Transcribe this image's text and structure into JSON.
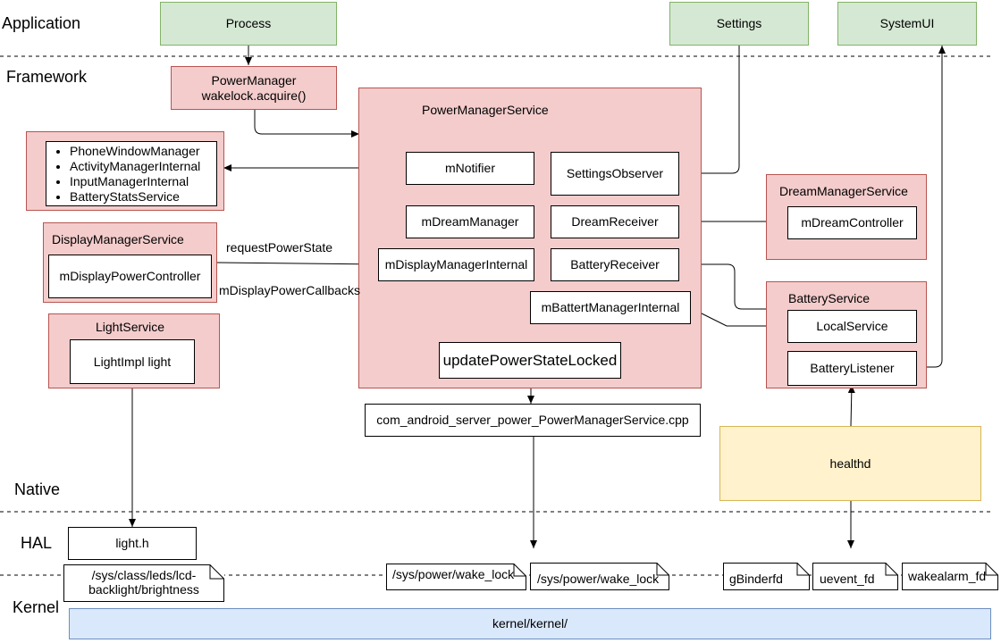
{
  "layers": {
    "application": "Application",
    "framework": "Framework",
    "native": "Native",
    "hal": "HAL",
    "kernel": "Kernel"
  },
  "app": {
    "process": "Process",
    "settings": "Settings",
    "systemui": "SystemUI"
  },
  "power_manager": {
    "line1": "PowerManager",
    "line2": "wakelock.acquire()"
  },
  "pms": {
    "title": "PowerManagerService",
    "notifier": "mNotifier",
    "settings_observer": "SettingsObserver",
    "dream_manager": "mDreamManager",
    "dream_receiver": "DreamReceiver",
    "display_manager_internal": "mDisplayManagerInternal",
    "battery_receiver": "BatteryReceiver",
    "battery_manager_internal": "mBattertManagerInternal",
    "update_power_state": "updatePowerStateLocked"
  },
  "notifier_clients": [
    "PhoneWindowManager",
    "ActivityManagerInternal",
    "InputManagerInternal",
    "BatteryStatsService"
  ],
  "display_service": {
    "title": "DisplayManagerService",
    "controller": "mDisplayPowerController"
  },
  "light_service": {
    "title": "LightService",
    "impl": "LightImpl light"
  },
  "dream_service": {
    "title": "DreamManagerService",
    "controller": "mDreamController"
  },
  "battery_service": {
    "title": "BatteryService",
    "local": "LocalService",
    "listener": "BatteryListener"
  },
  "edge_labels": {
    "request_power_state": "requestPowerState",
    "display_power_callbacks": "mDisplayPowerCallbacks"
  },
  "native": {
    "jni": "com_android_server_power_PowerManagerService.cpp",
    "healthd": "healthd"
  },
  "hal": {
    "light_h": "light.h"
  },
  "kernel_nodes": {
    "backlight_line1": "/sys/class/leds/lcd-",
    "backlight_line2": "backlight/brightness",
    "wake_lock_1": "/sys/power/wake_lock",
    "wake_lock_2": "/sys/power/wake_lock",
    "gbinderfd": "gBinderfd",
    "uevent_fd": "uevent_fd",
    "wakealarm_fd": "wakealarm_fd"
  },
  "kernel": {
    "label": "kernel/kernel/"
  },
  "colors": {
    "app_fill": "#d5e8d4",
    "app_stroke": "#82b366",
    "framework_fill": "#f4cccc",
    "framework_stroke": "#b85450",
    "native_fill": "#fff2cc",
    "native_stroke": "#d6b656",
    "kernel_fill": "#dae8fc",
    "kernel_stroke": "#6c8ebf"
  }
}
